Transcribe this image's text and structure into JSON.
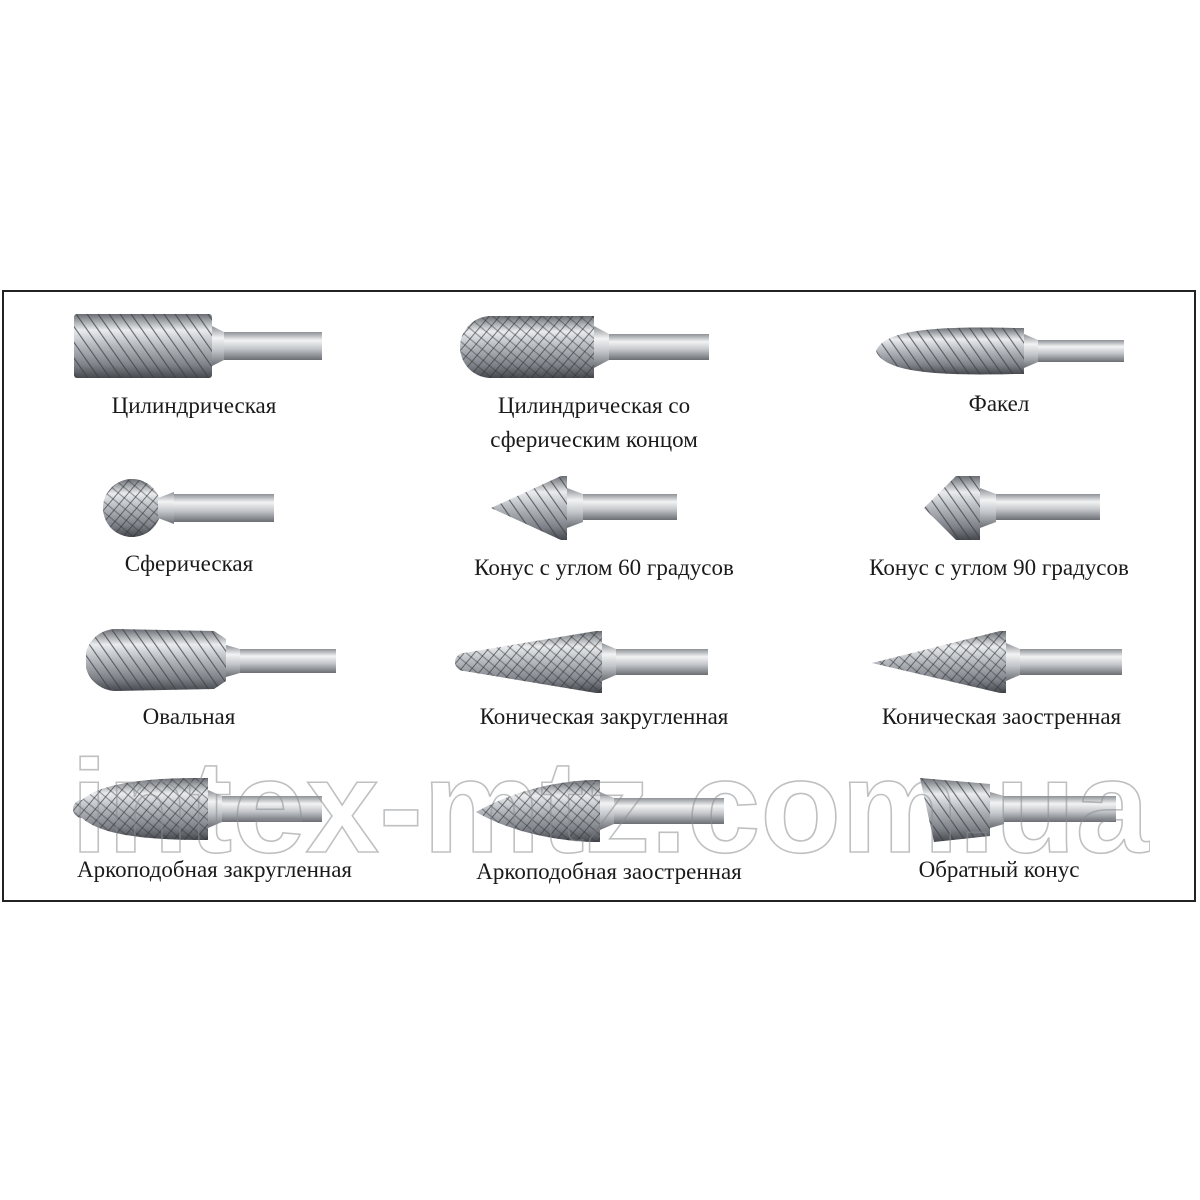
{
  "watermark": "intex-mtz.com.ua",
  "colors": {
    "steel_light": "#e6e8ea",
    "steel_mid": "#a9adb2",
    "steel_dark": "#4a4e53",
    "border": "#222222"
  },
  "burrs": [
    {
      "id": "cylindrical",
      "label": "Цилиндрическая",
      "shape": "cylinder-icon"
    },
    {
      "id": "cylindrical-ball",
      "label": "Цилиндрическая со",
      "label_line2": "сферическим концом",
      "shape": "cylinder-ball-end-icon"
    },
    {
      "id": "torch",
      "label": "Факел",
      "shape": "flame-icon"
    },
    {
      "id": "spherical",
      "label": "Сферическая",
      "shape": "ball-icon"
    },
    {
      "id": "cone60",
      "label": "Конус с углом 60 градусов",
      "shape": "cone-60-icon"
    },
    {
      "id": "cone90",
      "label": "Конус с углом 90 градусов",
      "shape": "cone-90-icon"
    },
    {
      "id": "oval",
      "label": "Овальная",
      "shape": "oval-icon"
    },
    {
      "id": "conical-rounded",
      "label": "Коническая закругленная",
      "shape": "taper-radius-icon"
    },
    {
      "id": "conical-pointed",
      "label": "Коническая заостренная",
      "shape": "taper-point-icon"
    },
    {
      "id": "arch-rounded",
      "label": "Аркоподобная закругленная",
      "shape": "tree-radius-icon"
    },
    {
      "id": "arch-pointed",
      "label": "Аркоподобная заостренная",
      "shape": "tree-point-icon"
    },
    {
      "id": "inverted-cone",
      "label": "Обратный конус",
      "shape": "inverted-cone-icon"
    }
  ]
}
